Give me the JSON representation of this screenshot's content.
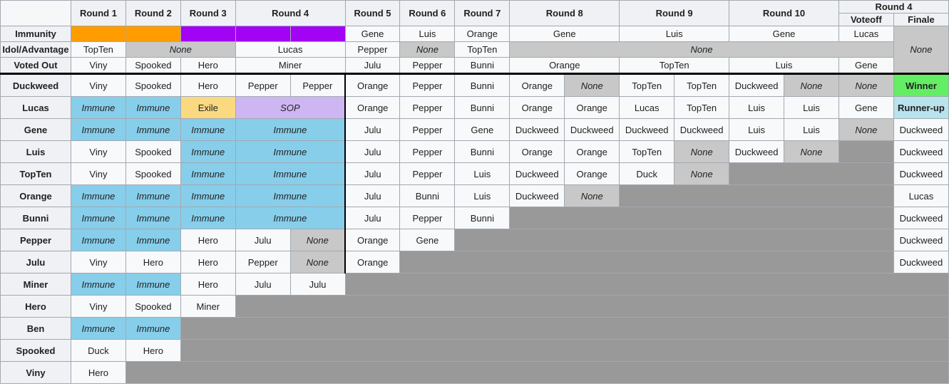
{
  "colors": {
    "tribe_orange": "#ff9c00",
    "tribe_purple": "#a203f5",
    "immune_blue": "#87ceeb",
    "none_gray": "#c8c8c8",
    "eliminated_gray": "#999999",
    "exile_gold": "#fad981",
    "sop_lavender": "#cdb6f2",
    "winner_green": "#63ee63",
    "runnerup_blue": "#b8e2ec",
    "header_gray": "#eff1f4",
    "border_gray": "#a2a9b1"
  },
  "table": {
    "header": {
      "corner": "",
      "rounds": [
        {
          "label": "Round 1",
          "span": 1
        },
        {
          "label": "Round 2",
          "span": 1
        },
        {
          "label": "Round 3",
          "span": 1
        },
        {
          "label": "Round 4",
          "span": 2
        },
        {
          "label": "Round 5",
          "span": 1
        },
        {
          "label": "Round 6",
          "span": 1
        },
        {
          "label": "Round 7",
          "span": 1
        },
        {
          "label": "Round 8",
          "span": 2
        },
        {
          "label": "Round 9",
          "span": 2
        },
        {
          "label": "Round 10",
          "span": 2
        },
        {
          "label": "Round 4",
          "span": 2,
          "sub": [
            "Voteoff",
            "Finale"
          ]
        }
      ]
    },
    "info_rows": [
      {
        "label": "Immunity",
        "cell_name": "immunity-winner-cell",
        "sep": false,
        "cells": [
          {
            "s": "o"
          },
          {
            "s": "o"
          },
          {
            "s": "p"
          },
          {
            "s": "p"
          },
          {
            "s": "p"
          },
          {
            "t": "Gene"
          },
          {
            "t": "Luis"
          },
          {
            "t": "Orange"
          },
          {
            "t": "Gene",
            "c": 2
          },
          {
            "t": "Luis",
            "c": 2
          },
          {
            "t": "Gene",
            "c": 2
          },
          {
            "t": "Lucas"
          },
          {
            "t": "None",
            "s": "no",
            "r": 3,
            "bb": true
          }
        ]
      },
      {
        "label": "Idol/Advantage",
        "cell_name": "idol-advantage-cell",
        "sep": false,
        "cells": [
          {
            "t": "TopTen"
          },
          {
            "t": "None",
            "s": "no",
            "c": 2
          },
          {
            "t": "Lucas",
            "c": 2
          },
          {
            "t": "Pepper"
          },
          {
            "t": "None",
            "s": "no"
          },
          {
            "t": "TopTen"
          },
          {
            "t": "None",
            "s": "no",
            "c": 7
          }
        ]
      },
      {
        "label": "Voted Out",
        "cell_name": "voted-out-cell",
        "sep": true,
        "cells": [
          {
            "t": "Viny"
          },
          {
            "t": "Spooked"
          },
          {
            "t": "Hero"
          },
          {
            "t": "Miner",
            "c": 2
          },
          {
            "t": "Julu"
          },
          {
            "t": "Pepper"
          },
          {
            "t": "Bunni"
          },
          {
            "t": "Orange",
            "c": 2
          },
          {
            "t": "TopTen",
            "c": 2
          },
          {
            "t": "Luis",
            "c": 2
          },
          {
            "t": "Gene"
          }
        ]
      }
    ],
    "players": [
      {
        "name": "Duckweed",
        "cells": [
          {
            "t": "Viny"
          },
          {
            "t": "Spooked"
          },
          {
            "t": "Hero"
          },
          {
            "t": "Pepper"
          },
          {
            "t": "Pepper"
          },
          {
            "t": "Orange",
            "bl": true
          },
          {
            "t": "Pepper"
          },
          {
            "t": "Bunni"
          },
          {
            "t": "Orange"
          },
          {
            "t": "None",
            "s": "no"
          },
          {
            "t": "TopTen"
          },
          {
            "t": "TopTen"
          },
          {
            "t": "Duckweed"
          },
          {
            "t": "None",
            "s": "no"
          },
          {
            "t": "None",
            "s": "no"
          },
          {
            "t": "Winner",
            "s": "win"
          }
        ]
      },
      {
        "name": "Lucas",
        "cells": [
          {
            "t": "Immune",
            "s": "im"
          },
          {
            "t": "Immune",
            "s": "im"
          },
          {
            "t": "Exile",
            "s": "ex"
          },
          {
            "t": "SOP",
            "s": "sop",
            "c": 2
          },
          {
            "t": "Orange",
            "bl": true
          },
          {
            "t": "Pepper"
          },
          {
            "t": "Bunni"
          },
          {
            "t": "Orange"
          },
          {
            "t": "Orange"
          },
          {
            "t": "Lucas"
          },
          {
            "t": "TopTen"
          },
          {
            "t": "Luis"
          },
          {
            "t": "Luis"
          },
          {
            "t": "Gene"
          },
          {
            "t": "Runner-up",
            "s": "ru"
          }
        ]
      },
      {
        "name": "Gene",
        "cells": [
          {
            "t": "Immune",
            "s": "im"
          },
          {
            "t": "Immune",
            "s": "im"
          },
          {
            "t": "Immune",
            "s": "im"
          },
          {
            "t": "Immune",
            "s": "im",
            "c": 2
          },
          {
            "t": "Julu",
            "bl": true
          },
          {
            "t": "Pepper"
          },
          {
            "t": "Gene"
          },
          {
            "t": "Duckweed"
          },
          {
            "t": "Duckweed"
          },
          {
            "t": "Duckweed"
          },
          {
            "t": "Duckweed"
          },
          {
            "t": "Luis"
          },
          {
            "t": "Luis"
          },
          {
            "t": "None",
            "s": "no"
          },
          {
            "t": "Duckweed"
          }
        ]
      },
      {
        "name": "Luis",
        "cells": [
          {
            "t": "Viny"
          },
          {
            "t": "Spooked"
          },
          {
            "t": "Immune",
            "s": "im"
          },
          {
            "t": "Immune",
            "s": "im",
            "c": 2
          },
          {
            "t": "Julu",
            "bl": true
          },
          {
            "t": "Pepper"
          },
          {
            "t": "Bunni"
          },
          {
            "t": "Orange"
          },
          {
            "t": "Orange"
          },
          {
            "t": "TopTen"
          },
          {
            "t": "None",
            "s": "no"
          },
          {
            "t": "Duckweed"
          },
          {
            "t": "None",
            "s": "no"
          },
          {
            "s": "x"
          },
          {
            "t": "Duckweed"
          }
        ]
      },
      {
        "name": "TopTen",
        "cells": [
          {
            "t": "Viny"
          },
          {
            "t": "Spooked"
          },
          {
            "t": "Immune",
            "s": "im"
          },
          {
            "t": "Immune",
            "s": "im",
            "c": 2
          },
          {
            "t": "Julu",
            "bl": true
          },
          {
            "t": "Pepper"
          },
          {
            "t": "Luis"
          },
          {
            "t": "Duckweed"
          },
          {
            "t": "Orange"
          },
          {
            "t": "Duck"
          },
          {
            "t": "None",
            "s": "no"
          },
          {
            "s": "x",
            "c": 3
          },
          {
            "t": "Duckweed"
          }
        ]
      },
      {
        "name": "Orange",
        "cells": [
          {
            "t": "Immune",
            "s": "im"
          },
          {
            "t": "Immune",
            "s": "im"
          },
          {
            "t": "Immune",
            "s": "im"
          },
          {
            "t": "Immune",
            "s": "im",
            "c": 2
          },
          {
            "t": "Julu",
            "bl": true
          },
          {
            "t": "Bunni"
          },
          {
            "t": "Luis"
          },
          {
            "t": "Duckweed"
          },
          {
            "t": "None",
            "s": "no"
          },
          {
            "s": "x",
            "c": 5
          },
          {
            "t": "Lucas"
          }
        ]
      },
      {
        "name": "Bunni",
        "cells": [
          {
            "t": "Immune",
            "s": "im"
          },
          {
            "t": "Immune",
            "s": "im"
          },
          {
            "t": "Immune",
            "s": "im"
          },
          {
            "t": "Immune",
            "s": "im",
            "c": 2
          },
          {
            "t": "Julu",
            "bl": true
          },
          {
            "t": "Pepper"
          },
          {
            "t": "Bunni"
          },
          {
            "s": "x",
            "c": 7
          },
          {
            "t": "Duckweed"
          }
        ]
      },
      {
        "name": "Pepper",
        "cells": [
          {
            "t": "Immune",
            "s": "im"
          },
          {
            "t": "Immune",
            "s": "im"
          },
          {
            "t": "Hero"
          },
          {
            "t": "Julu"
          },
          {
            "t": "None",
            "s": "no"
          },
          {
            "t": "Orange",
            "bl": true
          },
          {
            "t": "Gene"
          },
          {
            "s": "x",
            "c": 8
          },
          {
            "t": "Duckweed"
          }
        ]
      },
      {
        "name": "Julu",
        "cells": [
          {
            "t": "Viny"
          },
          {
            "t": "Hero"
          },
          {
            "t": "Hero"
          },
          {
            "t": "Pepper"
          },
          {
            "t": "None",
            "s": "no"
          },
          {
            "t": "Orange",
            "bl": true
          },
          {
            "s": "x",
            "c": 9
          },
          {
            "t": "Duckweed"
          }
        ]
      },
      {
        "name": "Miner",
        "cells": [
          {
            "t": "Immune",
            "s": "im"
          },
          {
            "t": "Immune",
            "s": "im"
          },
          {
            "t": "Hero"
          },
          {
            "t": "Julu"
          },
          {
            "t": "Julu"
          },
          {
            "s": "x",
            "c": 11
          }
        ]
      },
      {
        "name": "Hero",
        "cells": [
          {
            "t": "Viny"
          },
          {
            "t": "Spooked"
          },
          {
            "t": "Miner"
          },
          {
            "s": "x",
            "c": 13
          }
        ]
      },
      {
        "name": "Ben",
        "cells": [
          {
            "t": "Immune",
            "s": "im"
          },
          {
            "t": "Immune",
            "s": "im"
          },
          {
            "s": "x",
            "c": 14
          }
        ]
      },
      {
        "name": "Spooked",
        "cells": [
          {
            "t": "Duck"
          },
          {
            "t": "Hero"
          },
          {
            "s": "x",
            "c": 14
          }
        ]
      },
      {
        "name": "Viny",
        "cells": [
          {
            "t": "Hero"
          },
          {
            "s": "x",
            "c": 15
          }
        ]
      }
    ]
  }
}
